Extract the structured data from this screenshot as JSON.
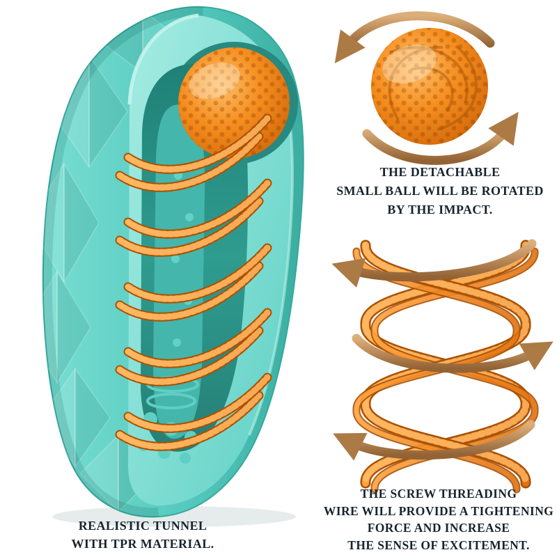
{
  "colors": {
    "background": "#ffffff",
    "teal": "#5ad1c6",
    "teal_dark": "#27897f",
    "orange": "#ef8318",
    "bronze": "#c0925e",
    "text": "#16242e"
  },
  "illustrations": {
    "device": "teal-cutaway-sleeve-with-inner-threads",
    "ball": "orange-dimpled-ball-with-rotation-arrows",
    "screw": "orange-double-helix-screw-thread-with-arrows"
  },
  "captions": {
    "ball": {
      "lines": [
        "THE DETACHABLE",
        "SMALL BALL WILL BE ROTATED",
        "BY THE IMPACT."
      ]
    },
    "screw": {
      "lines": [
        "THE SCREW THREADING",
        "WIRE WILL PROVIDE A TIGHTENING",
        "FORCE AND INCREASE",
        "THE SENSE OF EXCITEMENT."
      ]
    },
    "tunnel": {
      "lines": [
        "REALISTIC TUNNEL",
        "WITH TPR MATERIAL."
      ]
    }
  }
}
